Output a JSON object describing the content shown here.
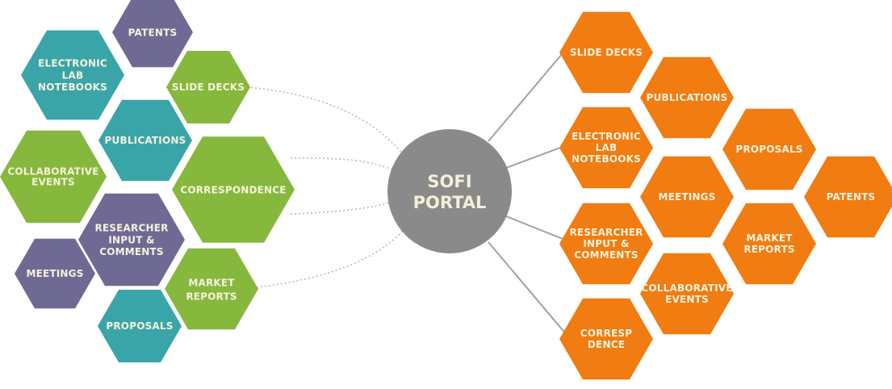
{
  "colors": {
    "teal": "#3aa5a8",
    "green": "#86b83d",
    "purple": "#6f6a94",
    "orange": "#f07c12",
    "hub": "#8a8a8a",
    "hub_text": "#f4efd8",
    "hex_text": "#f7f2dc",
    "connector_dotted": "#b8b8b8",
    "connector_solid": "#a0a0a0"
  },
  "hub": {
    "lines": [
      "SOFI",
      "PORTAL"
    ]
  },
  "left_cluster": [
    {
      "lines": [
        "PATENTS"
      ],
      "color": "purple"
    },
    {
      "lines": [
        "ELECTRONIC",
        "LAB",
        "NOTEBOOKS"
      ],
      "color": "teal"
    },
    {
      "lines": [
        "SLIDE DECKS"
      ],
      "color": "green"
    },
    {
      "lines": [
        "PUBLICATIONS"
      ],
      "color": "teal"
    },
    {
      "lines": [
        "COLLABORATIVE",
        "EVENTS"
      ],
      "color": "green"
    },
    {
      "lines": [
        "CORRESPONDENCE"
      ],
      "color": "green"
    },
    {
      "lines": [
        "RESEARCHER",
        "INPUT &",
        "COMMENTS"
      ],
      "color": "purple"
    },
    {
      "lines": [
        "MEETINGS"
      ],
      "color": "purple"
    },
    {
      "lines": [
        "MARKET",
        "REPORTS"
      ],
      "color": "green"
    },
    {
      "lines": [
        "PROPOSALS"
      ],
      "color": "teal"
    }
  ],
  "right_cluster": [
    {
      "lines": [
        "SLIDE DECKS"
      ]
    },
    {
      "lines": [
        "PUBLICATIONS"
      ]
    },
    {
      "lines": [
        "ELECTRONIC",
        "LAB",
        "NOTEBOOKS"
      ]
    },
    {
      "lines": [
        "PROPOSALS"
      ]
    },
    {
      "lines": [
        "MEETINGS"
      ]
    },
    {
      "lines": [
        "PATENTS"
      ]
    },
    {
      "lines": [
        "RESEARCHER",
        "INPUT &",
        "COMMENTS"
      ]
    },
    {
      "lines": [
        "MARKET",
        "REPORTS"
      ]
    },
    {
      "lines": [
        "COLLABORATIVE",
        "EVENTS"
      ]
    },
    {
      "lines": [
        "CORRESP",
        "DENCE"
      ]
    }
  ]
}
